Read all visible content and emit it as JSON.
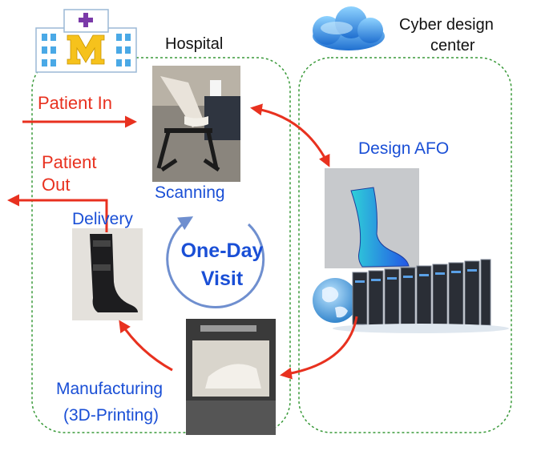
{
  "labels": {
    "hospital": "Hospital",
    "cyber_center": "Cyber design",
    "cyber_center_2": "center",
    "patient_in": "Patient In",
    "patient_out_1": "Patient",
    "patient_out_2": "Out",
    "scanning": "Scanning",
    "delivery": "Delivery",
    "design_afo": "Design AFO",
    "manufacturing_1": "Manufacturing",
    "manufacturing_2": "(3D-Printing)",
    "cycle_1": "One-Day",
    "cycle_2": "Visit"
  },
  "icons": {
    "hospital": "hospital-building-icon",
    "cloud": "cloud-icon",
    "servers": "server-rack-globe-icon"
  },
  "colors": {
    "arrow_red": "#e8311f",
    "text_blue": "#1a4fd6",
    "border_green": "#3a9a3a",
    "cycle_arrow": "#6f8fcf"
  }
}
